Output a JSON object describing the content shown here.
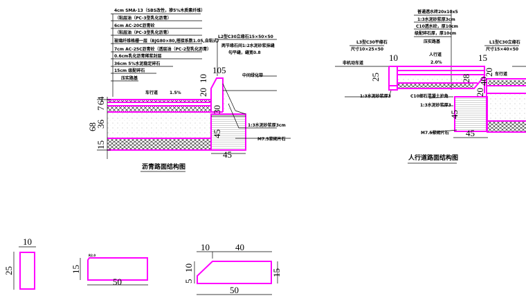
{
  "colors": {
    "outline": "#ff00ff",
    "line": "#000000"
  },
  "asphalt": {
    "title": "沥青路面结构图",
    "layers": [
      "4cm SMA-13（SBS改性，掺5%木质素纤维）",
      "（粘层油（PC-3型乳化沥青）",
      "6cm AC-20C沥青砼",
      "（粘层油（PC-3型乳化沥青）",
      "玻璃纤维格栅一层（BJG80×80,搭接系数1.05,自粘式）",
      "7cm AC-25C沥青砼（透层油（PC-2型乳化沥青）",
      "0.6cm乳化沥青稀浆封层",
      "36cm 5%水泥稳定碎石",
      "15cm 级配碎石",
      "压实路基"
    ],
    "curb_label": "L2型C30立缘石15×50×50",
    "joint_note_1": "两节缘石间1:2水泥砂浆抹缝",
    "joint_note_2": "勾平缝，缝宽0.8",
    "median": "中间绿化带",
    "lane": "车行道",
    "slope": "1.5%",
    "mortar": "1:3水泥砂浆厚3cm",
    "masonry": "M7.5浆砌片石",
    "dims": {
      "top": "105",
      "d10": "10",
      "d20": "20",
      "d30": "30",
      "d45v": "45",
      "d45h": "45",
      "total": "68",
      "l7": "7",
      "l6": "6",
      "l4": "4",
      "l36": "36",
      "l15": "15"
    }
  },
  "sidewalk": {
    "title": "人行道路面结构图",
    "layers": [
      "普通透水砖20x10x5",
      "1:3水泥砂浆厚3cm",
      "C10透水砼，厚10cm",
      "级配碎石厚，厚10cm",
      "压实路基"
    ],
    "flat_curb": "L3型C30平缘石",
    "flat_curb_size": "尺寸10×25×50",
    "vert_curb": "L1型C30立缘石",
    "vert_curb_size": "尺寸15×40×50",
    "sidewalk": "人行道",
    "slope": "2.0%",
    "bike_lane": "非机动车道",
    "lane": "车行道",
    "mortar_left": "1:3水泥砂浆厚3",
    "corner": "C10细石混凝土护角",
    "mortar_right": "1:3水泥砂浆厚3",
    "masonry": "M7.5浆砌片石",
    "dims": {
      "d10": "10",
      "d15": "15",
      "d25": "25",
      "d28": "28",
      "d40": "40",
      "d20a": "20",
      "d20b": "20",
      "d45v": "45",
      "d45h": "45"
    }
  },
  "details": {
    "flat": {
      "w": "10",
      "h": "25"
    },
    "rect": {
      "h": "15",
      "w": "50",
      "r": "R2.0"
    },
    "bevel": {
      "a": "10",
      "b": "40",
      "c": "10",
      "d": "5",
      "h": "15",
      "w": "50"
    }
  }
}
